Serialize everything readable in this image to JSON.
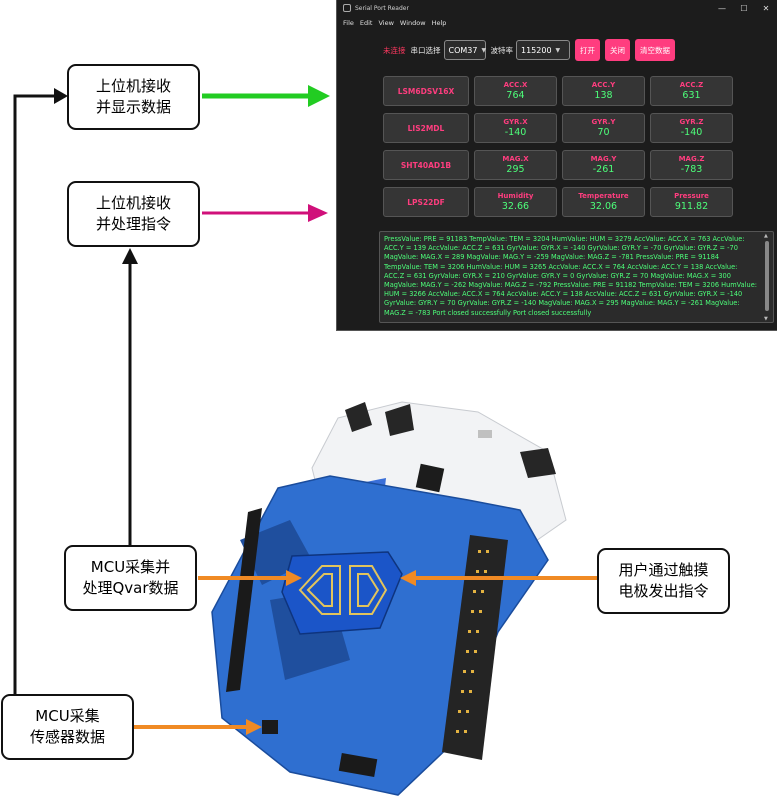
{
  "window": {
    "title": "Serial Port Reader",
    "controls": {
      "minimize": "—",
      "maximize": "☐",
      "close": "✕"
    },
    "menu": [
      "File",
      "Edit",
      "View",
      "Window",
      "Help"
    ],
    "toolbar": {
      "status": "未连接",
      "port_label": "串口选择",
      "port_value": "COM37",
      "baud_label": "波特率",
      "baud_value": "115200",
      "open_button": "打开",
      "close_button": "关闭",
      "clear_button": "清空数据"
    },
    "rows": [
      {
        "sensor": "LSM6DSV16X",
        "cells": [
          {
            "key": "ACC.X",
            "value": "764"
          },
          {
            "key": "ACC.Y",
            "value": "138"
          },
          {
            "key": "ACC.Z",
            "value": "631"
          }
        ]
      },
      {
        "sensor": "LIS2MDL",
        "cells": [
          {
            "key": "GYR.X",
            "value": "-140"
          },
          {
            "key": "GYR.Y",
            "value": "70"
          },
          {
            "key": "GYR.Z",
            "value": "-140"
          }
        ]
      },
      {
        "sensor": "SHT40AD1B",
        "cells": [
          {
            "key": "MAG.X",
            "value": "295"
          },
          {
            "key": "MAG.Y",
            "value": "-261"
          },
          {
            "key": "MAG.Z",
            "value": "-783"
          }
        ]
      },
      {
        "sensor": "LPS22DF",
        "cells": [
          {
            "key": "Humidity",
            "value": "32.66"
          },
          {
            "key": "Temperature",
            "value": "32.06"
          },
          {
            "key": "Pressure",
            "value": "911.82"
          }
        ]
      }
    ],
    "log": "PressValue: PRE = 91183 TempValue: TEM = 3204 HumValue: HUM = 3279 AccValue: ACC.X = 763 AccValue: ACC.Y = 139 AccValue: ACC.Z = 631 GyrValue: GYR.X = -140 GyrValue: GYR.Y = -70 GyrValue: GYR.Z = -70 MagValue: MAG.X = 289 MagValue: MAG.Y = -259 MagValue: MAG.Z = -781 PressValue: PRE = 91184 TempValue: TEM = 3206 HumValue: HUM = 3265 AccValue: ACC.X = 764 AccValue: ACC.Y = 138 AccValue: ACC.Z = 631 GyrValue: GYR.X = 210 GyrValue: GYR.Y = 0 GyrValue: GYR.Z = 70 MagValue: MAG.X = 300 MagValue: MAG.Y = -262 MagValue: MAG.Z = -792 PressValue: PRE = 91182 TempValue: TEM = 3206 HumValue: HUM = 3266 AccValue: ACC.X = 764 AccValue: ACC.Y = 138 AccValue: ACC.Z = 631 GyrValue: GYR.X = -140 GyrValue: GYR.Y = 70 GyrValue: GYR.Z = -140 MagValue: MAG.X = 295 MagValue: MAG.Y = -261 MagValue: MAG.Z = -783 Port closed successfully Port closed successfully"
  },
  "callouts": {
    "pc_display": "上位机接收\n并显示数据",
    "pc_process": "上位机接收\n并处理指令",
    "mcu_qvar": "MCU采集并\n处理Qvar数据",
    "user_touch": "用户通过触摸\n电极发出指令",
    "mcu_sensor": "MCU采集\n传感器数据"
  },
  "colors": {
    "arrow_green": "#22cc22",
    "arrow_magenta": "#d0107a",
    "arrow_orange": "#f08a24",
    "arrow_black": "#111111",
    "accent_pink": "#ff3d7f",
    "value_green": "#4dff7a"
  },
  "icons": [
    "app-icon",
    "minimize-icon",
    "maximize-icon",
    "close-icon",
    "chevron-down-icon",
    "touch-electrode-icon"
  ]
}
